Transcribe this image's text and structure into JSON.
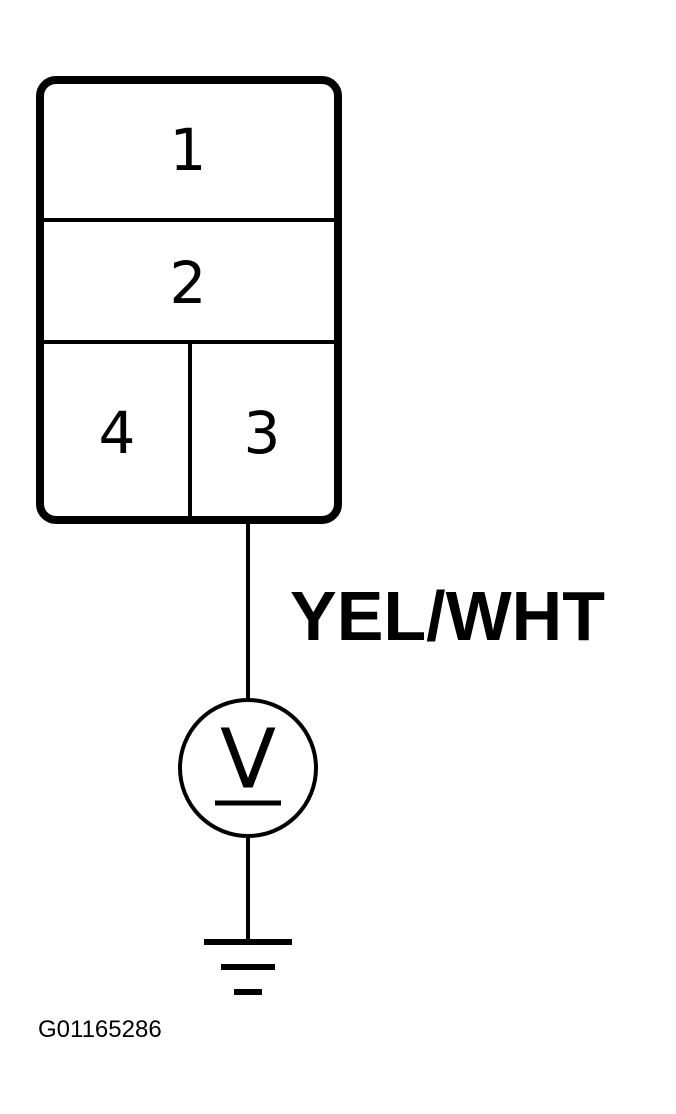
{
  "connector": {
    "cavities": [
      {
        "number": "1"
      },
      {
        "number": "2"
      },
      {
        "number": "3"
      },
      {
        "number": "4"
      }
    ]
  },
  "wire": {
    "color_label": "YEL/WHT",
    "connected_cavity": "3"
  },
  "meter": {
    "symbol": "V",
    "icon": "voltmeter-icon"
  },
  "ground": {
    "icon": "ground-icon"
  },
  "figure": {
    "id": "G01165286"
  }
}
